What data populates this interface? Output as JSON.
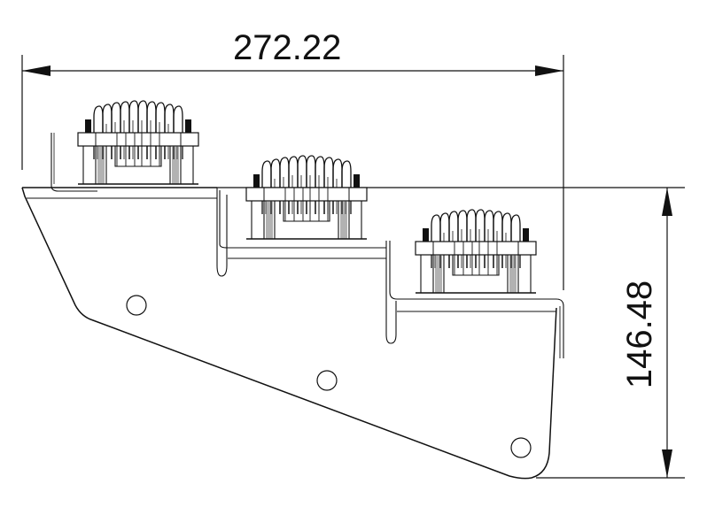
{
  "drawing": {
    "type": "mechanical bracket side view",
    "dimensions": {
      "width": {
        "value": "272.22",
        "orientation": "horizontal"
      },
      "height": {
        "value": "146.48",
        "orientation": "vertical"
      }
    },
    "components": [
      {
        "name": "heatsink-module-1",
        "tier": 1
      },
      {
        "name": "heatsink-module-2",
        "tier": 2
      },
      {
        "name": "heatsink-module-3",
        "tier": 3
      }
    ],
    "mounting_holes": 3,
    "colors": {
      "line": "#111111",
      "background": "#ffffff"
    }
  }
}
